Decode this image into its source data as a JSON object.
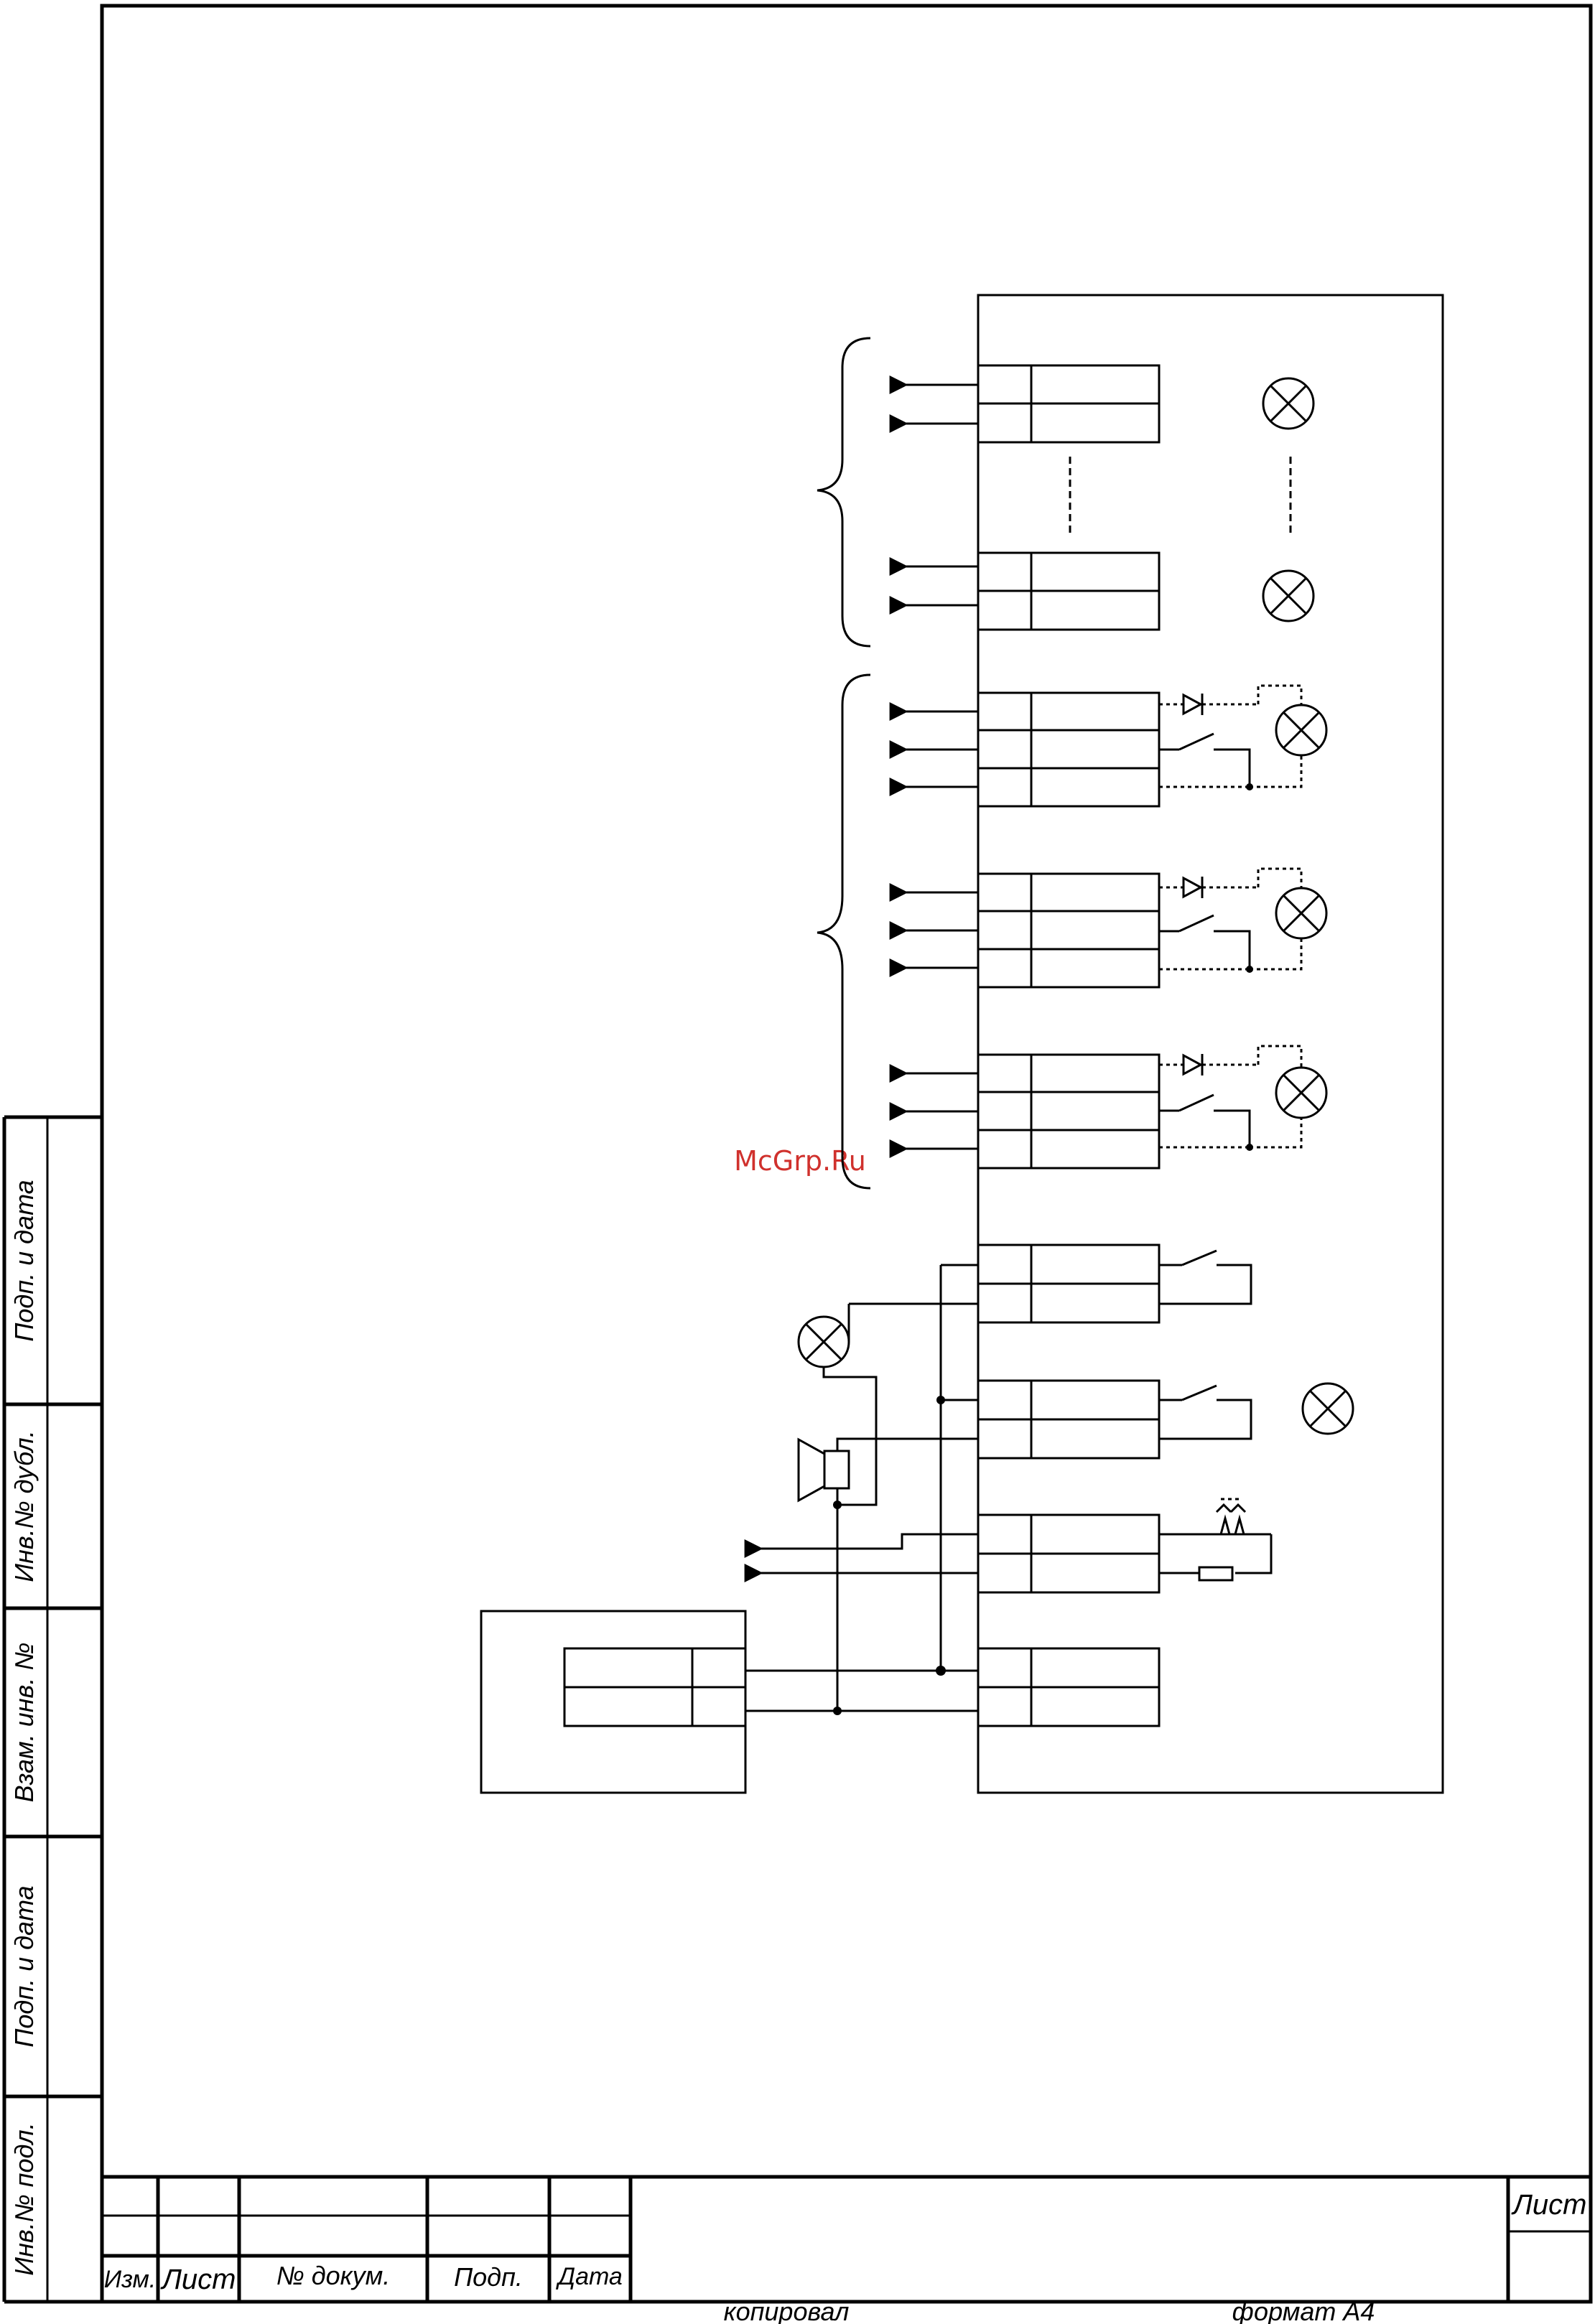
{
  "watermark": "McGrp.Ru",
  "title_block": {
    "labels": {
      "change": "Изм.",
      "sheet": "Лист",
      "doc_no": "№ докум.",
      "signature": "Подп.",
      "date": "Дата",
      "sheet_right": "Лист"
    },
    "footer": {
      "copied": "копировал",
      "format": "формат А4"
    }
  },
  "side_stamp": {
    "cells": [
      "Подп. и дата",
      "Инв.№ дубл.",
      "Взам. инв. №",
      "Подп. и дата",
      "Инв.№ подл."
    ]
  }
}
